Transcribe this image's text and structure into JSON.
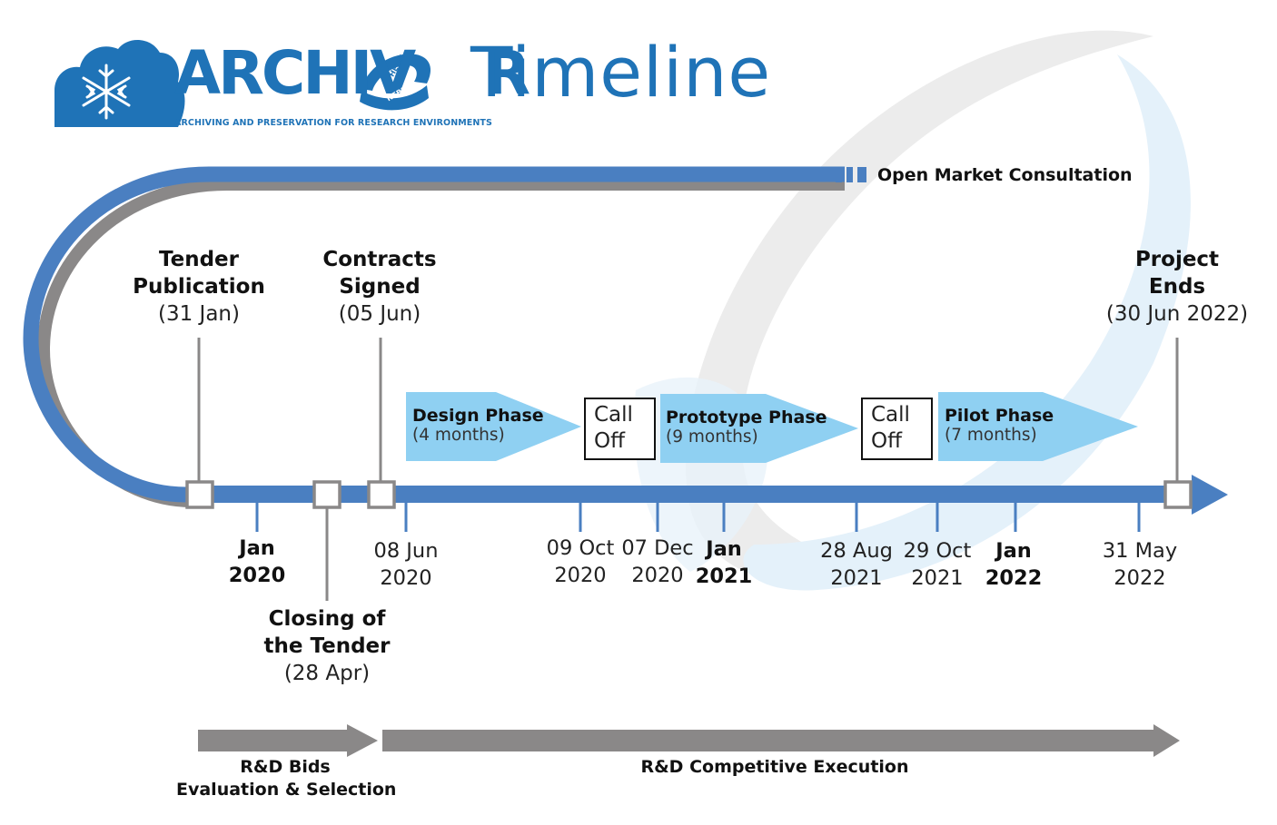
{
  "header": {
    "logo_word": "ARCHIV",
    "logo_word_end": "R",
    "logo_ribbon_a": "HELIX",
    "logo_ribbon_b": "NEBULA",
    "tagline": "ARCHIVING AND PRESERVATION FOR RESEARCH ENVIRONMENTS",
    "title": "Timeline"
  },
  "colors": {
    "brand_blue": "#1f73b7",
    "timeline_blue": "#4a7fc1",
    "phase_blue": "#8fd0f2",
    "grey": "#8a8888",
    "watermark_grey": "#ececec",
    "watermark_blue": "#e4f1fa"
  },
  "consultation": {
    "label": "Open Market Consultation"
  },
  "milestones": {
    "tender_publication": {
      "line1": "Tender",
      "line2": "Publication",
      "date": "(31 Jan)"
    },
    "contracts_signed": {
      "line1": "Contracts",
      "line2": "Signed",
      "date": "(05 Jun)"
    },
    "project_ends": {
      "line1": "Project",
      "line2": "Ends",
      "date": "(30 Jun 2022)"
    },
    "closing_tender": {
      "line1": "Closing of",
      "line2": "the Tender",
      "date": "(28 Apr)"
    }
  },
  "phases": {
    "design": {
      "title": "Design Phase",
      "duration": "(4 months)"
    },
    "prototype": {
      "title": "Prototype Phase",
      "duration": "(9 months)"
    },
    "pilot": {
      "title": "Pilot Phase",
      "duration": "(7 months)"
    }
  },
  "call_offs": [
    {
      "line1": "Call",
      "line2": "Off"
    },
    {
      "line1": "Call",
      "line2": "Off"
    }
  ],
  "ticks": {
    "jan_2020": {
      "line1": "Jan",
      "line2": "2020"
    },
    "jun_2020": {
      "line1": "08 Jun",
      "line2": "2020"
    },
    "oct_2020": {
      "line1": "09 Oct",
      "line2": "2020"
    },
    "dec_2020": {
      "line1": "07 Dec",
      "line2": "2020"
    },
    "jan_2021": {
      "line1": "Jan",
      "line2": "2021"
    },
    "aug_2021": {
      "line1": "28 Aug",
      "line2": "2021"
    },
    "oct_2021": {
      "line1": "29 Oct",
      "line2": "2021"
    },
    "jan_2022": {
      "line1": "Jan",
      "line2": "2022"
    },
    "may_2022": {
      "line1": "31 May",
      "line2": "2022"
    }
  },
  "bottom_phases": {
    "bids": {
      "line1": "R&D Bids",
      "line2": "Evaluation & Selection"
    },
    "execution": {
      "label": "R&D Competitive Execution"
    }
  },
  "icons": [
    "cloud-snowflake-icon",
    "milestone-square-icon",
    "arrow-head-icon"
  ]
}
